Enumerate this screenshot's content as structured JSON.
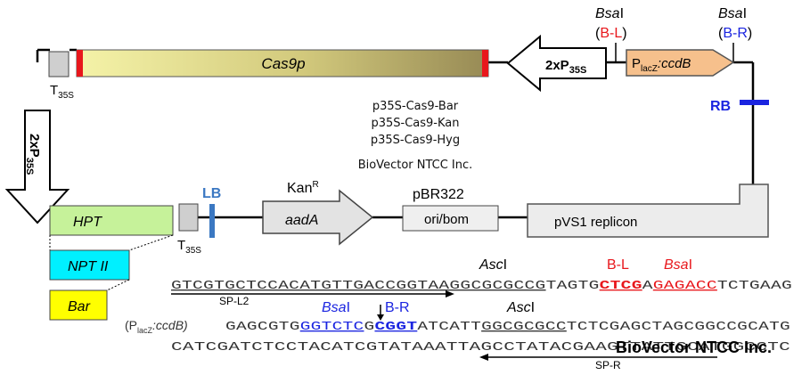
{
  "center_text": {
    "line1": "p35S-Cas9-Bar",
    "line2": "p35S-Cas9-Kan",
    "line3": "p35S-Cas9-Hyg",
    "company": "BioVector NTCC Inc."
  },
  "watermark": "BioVector NTCC Inc.",
  "features": {
    "cas9": "Cas9p",
    "promoter_2x_top": "2xP",
    "promoter_2x_top_sub": "35S",
    "placz": "P",
    "placz_sub": "lacZ",
    "placz_rest": ":ccdB",
    "t35s_left_main": "T",
    "t35s_left_sub": "35S",
    "promoter_2x_left": "2xP",
    "promoter_2x_left_sub": "35S",
    "hpt": "HPT",
    "nptii": "NPT II",
    "bar": "Bar",
    "t35s_bottom_main": "T",
    "t35s_bottom_sub": "35S",
    "lb": "LB",
    "rb": "RB",
    "kan": "Kan",
    "kan_sup": "R",
    "aada": "aadA",
    "pbr322": "pBR322",
    "ori": "ori/bom",
    "pvs1": "pVS1 replicon"
  },
  "sites": {
    "bsal_left_main": "Bsa",
    "bsal_left_i": "I",
    "bl_open": "(",
    "bl_label": "B-L",
    "bl_close": ")",
    "bsal_right_main": "Bsa",
    "bsal_right_i": "I",
    "br_open": "(",
    "br_label": "B-R",
    "br_close": ")"
  },
  "sequence": {
    "row1_labels": {
      "asci": "Asc",
      "asci_i": "I",
      "bl": "B-L",
      "bsal": "Bsa",
      "bsal_i": "I"
    },
    "row1": {
      "s1": "GTCGTGCTCCACATGTTGACCGGTAA",
      "s2": "GGCGCGCCG",
      "s3": "TAGTG",
      "s4": "CTCG",
      "s5": "A",
      "s6": "GAGACC",
      "s7": "TCTGAAG"
    },
    "primer_l": "SP-L2",
    "row2_labels": {
      "bsal": "Bsa",
      "bsal_i": "I",
      "br": "B-R",
      "asci": "Asc",
      "asci_i": "I"
    },
    "row2_prefix_open": "(P",
    "row2_prefix_sub": "lacZ",
    "row2_prefix_rest": ":ccdB)",
    "row2": {
      "s1": "GAGCGTG",
      "s2": "GGTCTC",
      "s3": "G",
      "s4": "CGGT",
      "s5": "ATCATT",
      "s6": "GGCGCGCC",
      "s7": "TCTCGAGCTAGCGGCCGCATG"
    },
    "row3": "CATCGATCTCCTACATCGTATAAATTAGCCTATACGAAGTTATTGCATGGCCTC",
    "primer_r": "SP-R"
  },
  "colors": {
    "cas9_light": "#f3f0a0",
    "cas9_dark": "#9a8e5a",
    "red": "#e8171c",
    "blue": "#1a24e0",
    "lb_blue": "#3b78c2",
    "hpt": "#c6f29a",
    "nptii": "#00f0ff",
    "bar": "#ffff00",
    "placz": "#f6c08c",
    "gray_box": "#d0d0d0",
    "light_box": "#ececec"
  }
}
